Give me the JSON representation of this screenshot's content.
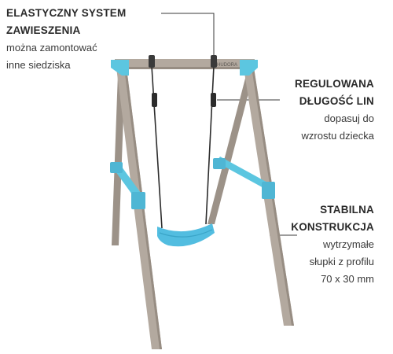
{
  "callouts": {
    "suspension": {
      "title_line1": "ELASTYCZNY SYSTEM",
      "title_line2": "ZAWIESZENIA",
      "desc_line1": "można zamontować",
      "desc_line2": "inne siedziska"
    },
    "rope_length": {
      "title_line1": "REGULOWANA",
      "title_line2": "DŁUGOŚĆ LIN",
      "desc_line1": "dopasuj do",
      "desc_line2": "wzrostu dziecka"
    },
    "construction": {
      "title_line1": "STABILNA",
      "title_line2": "KONSTRUKCJA",
      "desc_line1": "wytrzymałe",
      "desc_line2": "słupki z profilu",
      "desc_line3": "70 x 30 mm"
    }
  },
  "brand_text": "HUDORA",
  "colors": {
    "frame": "#b3a99f",
    "frame_shadow": "#978d83",
    "accent": "#5cc6e0",
    "seat": "#52bde0",
    "rope": "#2c2c2c",
    "leader_line": "#3a3a3a"
  },
  "icons": [
    "swing-frame",
    "swing-seat",
    "rope",
    "bracket"
  ]
}
